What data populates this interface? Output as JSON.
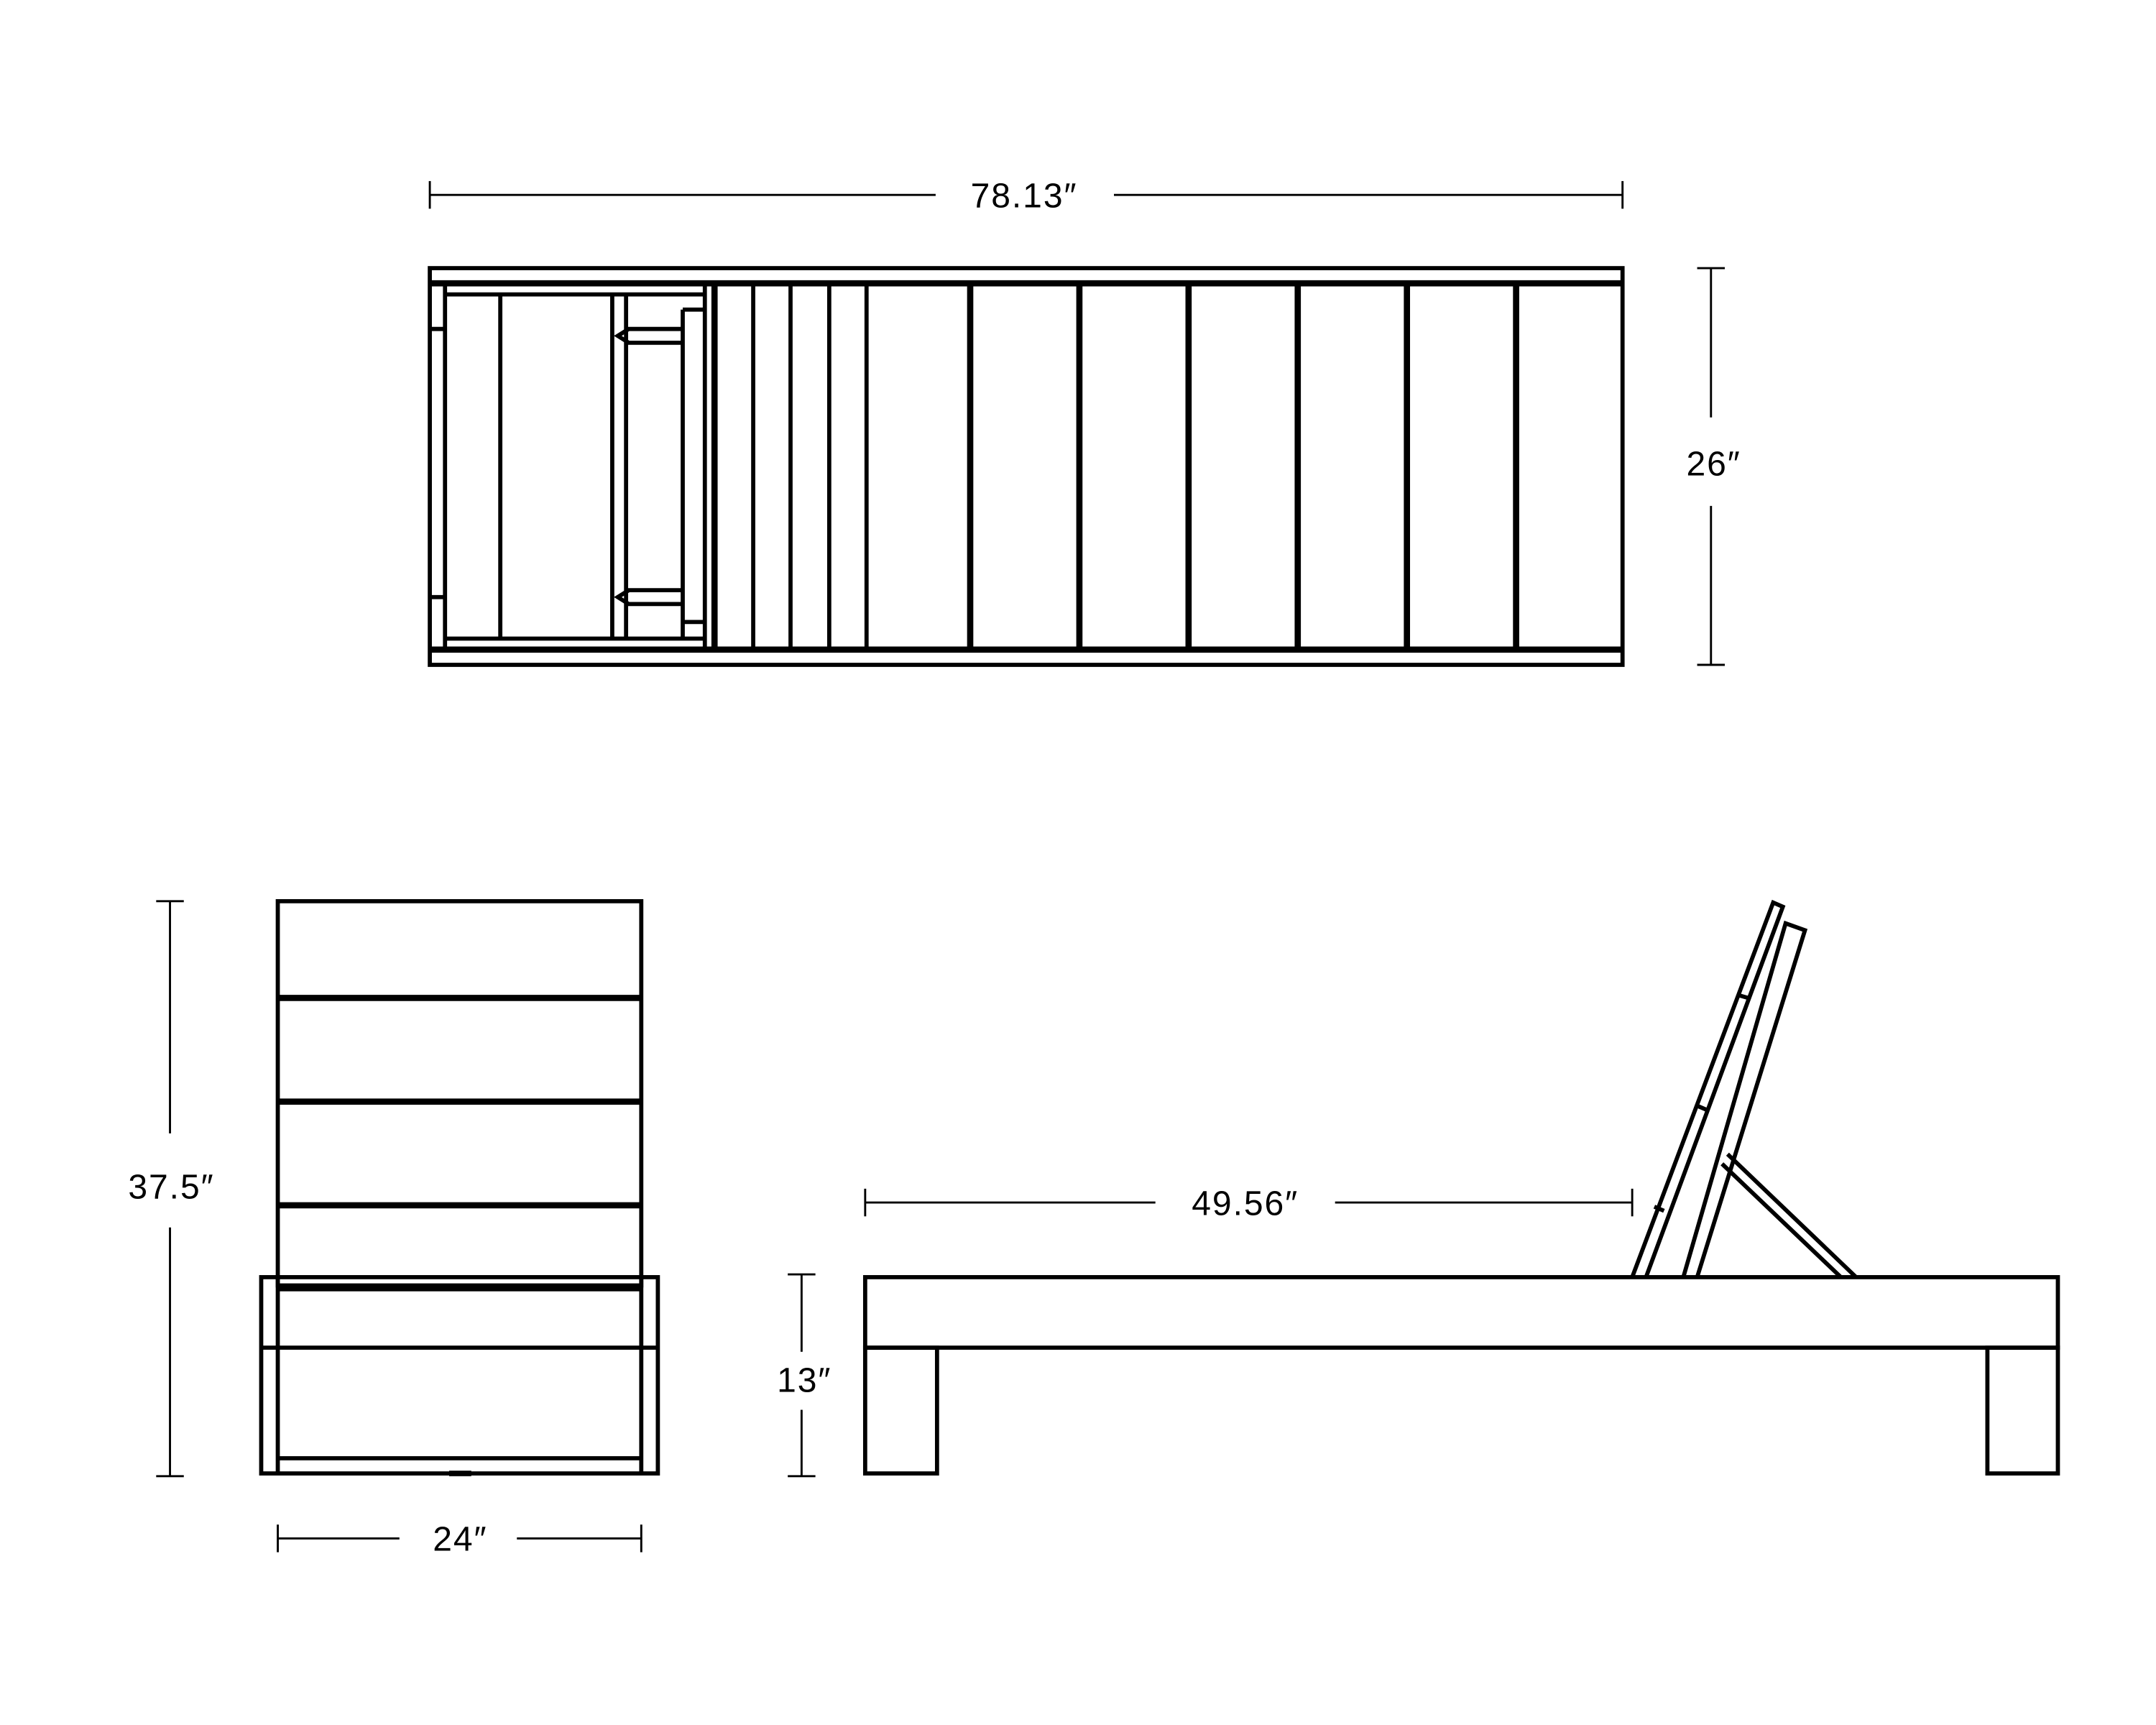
{
  "dimensions": {
    "overall_length": "78.13″",
    "overall_width": "26″",
    "overall_height": "37.5″",
    "front_width": "24″",
    "seat_length": "49.56″",
    "seat_height": "13″"
  },
  "colors": {
    "line": "#000000",
    "background": "#ffffff"
  }
}
